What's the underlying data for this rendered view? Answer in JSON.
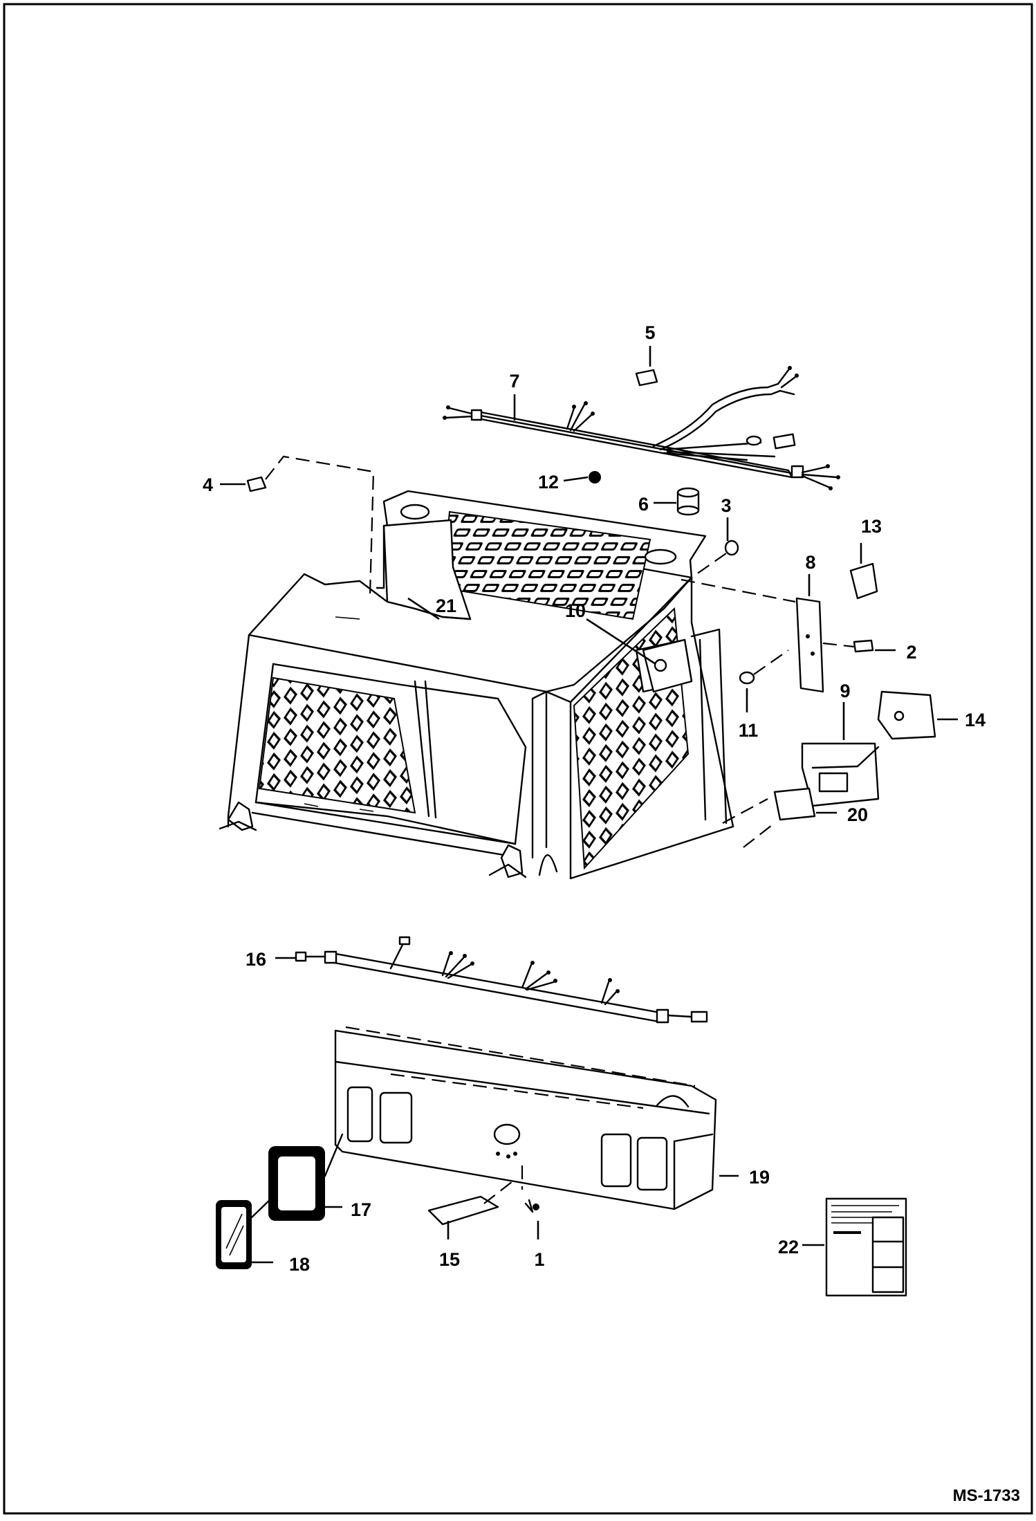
{
  "figure_id": "MS-1733",
  "callouts": {
    "c1": "1",
    "c2": "2",
    "c3": "3",
    "c4": "4",
    "c5": "5",
    "c6": "6",
    "c7": "7",
    "c8": "8",
    "c9": "9",
    "c10": "10",
    "c11": "11",
    "c12": "12",
    "c13": "13",
    "c14": "14",
    "c15": "15",
    "c16": "16",
    "c17": "17",
    "c18": "18",
    "c19": "19",
    "c20": "20",
    "c21": "21",
    "c22": "22"
  }
}
